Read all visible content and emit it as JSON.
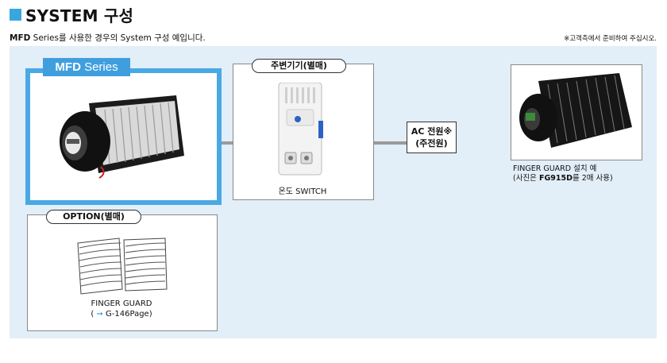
{
  "header": {
    "title": "SYSTEM 구성",
    "subtitle_series": "MFD",
    "subtitle_rest": " Series를 사용한 경우의 System 구성 예입니다.",
    "note": "※고객측에서 준비하여 주십시오."
  },
  "mfd": {
    "tag_bold": "MFD",
    "tag_rest": " Series"
  },
  "peripheral": {
    "pill_label": "주변기기(별매)",
    "switch_label": "온도 SWITCH"
  },
  "ac": {
    "line1": "AC 전원※",
    "line2": "(주전원)"
  },
  "guard_example": {
    "line1": "FINGER GUARD 설치 예",
    "line2_pre": "(사진은 ",
    "line2_model": "FG915D",
    "line2_post": "를 2매 사용)"
  },
  "option": {
    "pill_label": "OPTION(별매)",
    "item_name": "FINGER GUARD",
    "ref_pre": "( ",
    "ref_arrow": "➞",
    "ref_post": " G-146Page)"
  }
}
